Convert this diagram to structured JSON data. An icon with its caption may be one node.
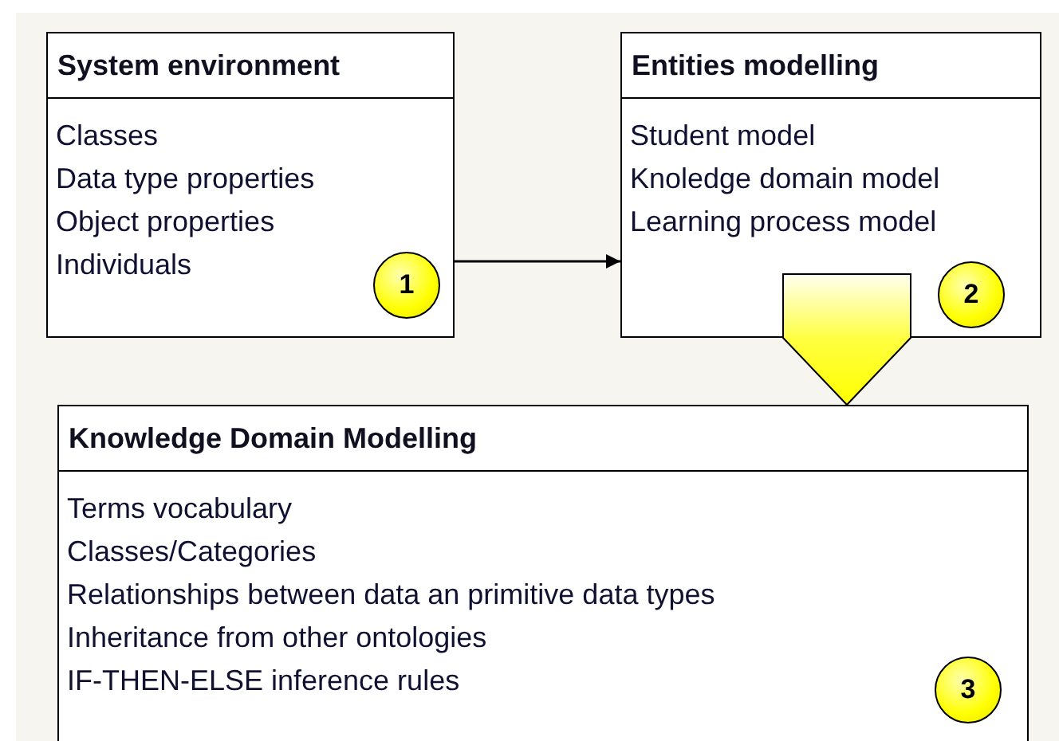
{
  "diagram": {
    "nodes": [
      {
        "text": [
          "System environment",
          "Classes",
          "Data type properties",
          "Object properties",
          "Individuals"
        ]
      },
      {
        "text": [
          "1"
        ],
        "in": 0
      },
      {
        "text": [
          "Entities modelling",
          "Student model",
          "Knoledge domain model",
          "Learning process model"
        ]
      },
      {
        "text": [
          "2"
        ],
        "in": 2
      },
      {
        "text": [
          "Knowledge Domain Modelling",
          "Terms vocabulary",
          "Classes/Categories",
          "Relationships between data an primitive data types",
          "Inheritance from other ontologies",
          "IF-THEN-ELSE inference rules"
        ]
      },
      {
        "text": [
          "3"
        ],
        "in": 4
      }
    ],
    "edges": [
      {
        "from": 0,
        "to": 2,
        "arrow": "to"
      },
      {
        "from": 2,
        "to": 4,
        "arrow": "to",
        "style": "thick",
        "color": "#ffff00"
      }
    ]
  }
}
